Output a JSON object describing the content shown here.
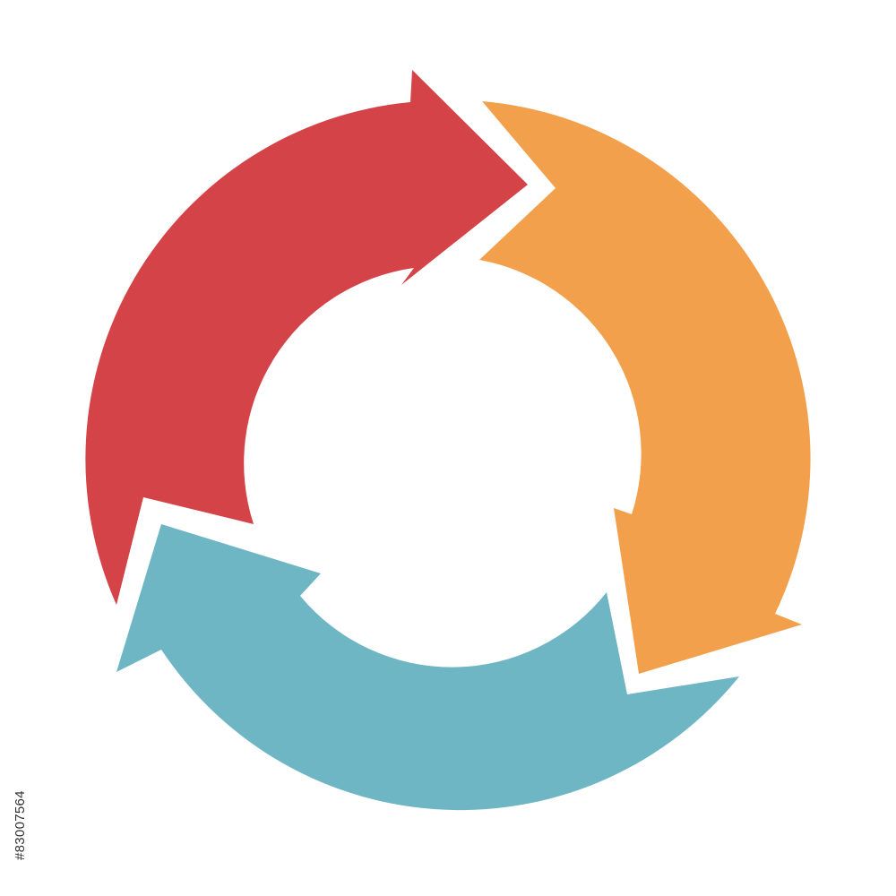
{
  "diagram": {
    "type": "cycle",
    "direction": "clockwise",
    "arrows": [
      {
        "id": "red",
        "color": "#d44348"
      },
      {
        "id": "orange",
        "color": "#f2a04b"
      },
      {
        "id": "teal",
        "color": "#6fb6c4"
      }
    ]
  },
  "stock_id": "#83007564"
}
